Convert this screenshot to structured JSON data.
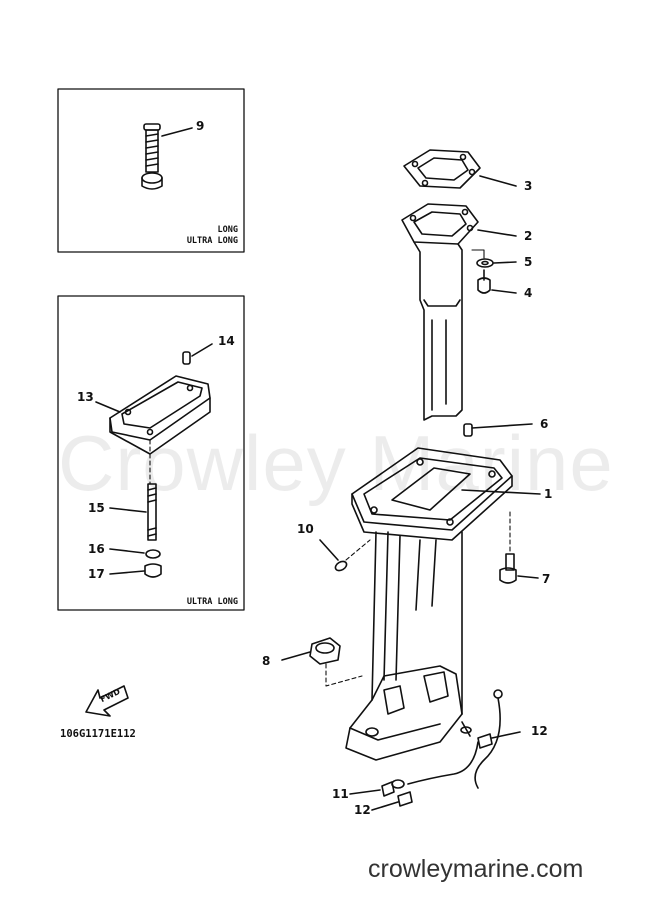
{
  "watermark": "Crowley Marine",
  "site_url": "crowleymarine.com",
  "drawing_code": "106G1171E112",
  "fwd_label": "FWD",
  "inset_top": {
    "lines": [
      "LONG",
      "ULTRA LONG"
    ]
  },
  "inset_bottom": {
    "lines": [
      "ULTRA LONG"
    ]
  },
  "callouts": {
    "p1": "1",
    "p2": "2",
    "p3": "3",
    "p4": "4",
    "p5": "5",
    "p6": "6",
    "p7": "7",
    "p8": "8",
    "p9": "9",
    "p10": "10",
    "p11": "11",
    "p12a": "12",
    "p12b": "12",
    "p13": "13",
    "p14": "14",
    "p15": "15",
    "p16": "16",
    "p17": "17"
  },
  "colors": {
    "line": "#111111",
    "paper": "#ffffff"
  }
}
